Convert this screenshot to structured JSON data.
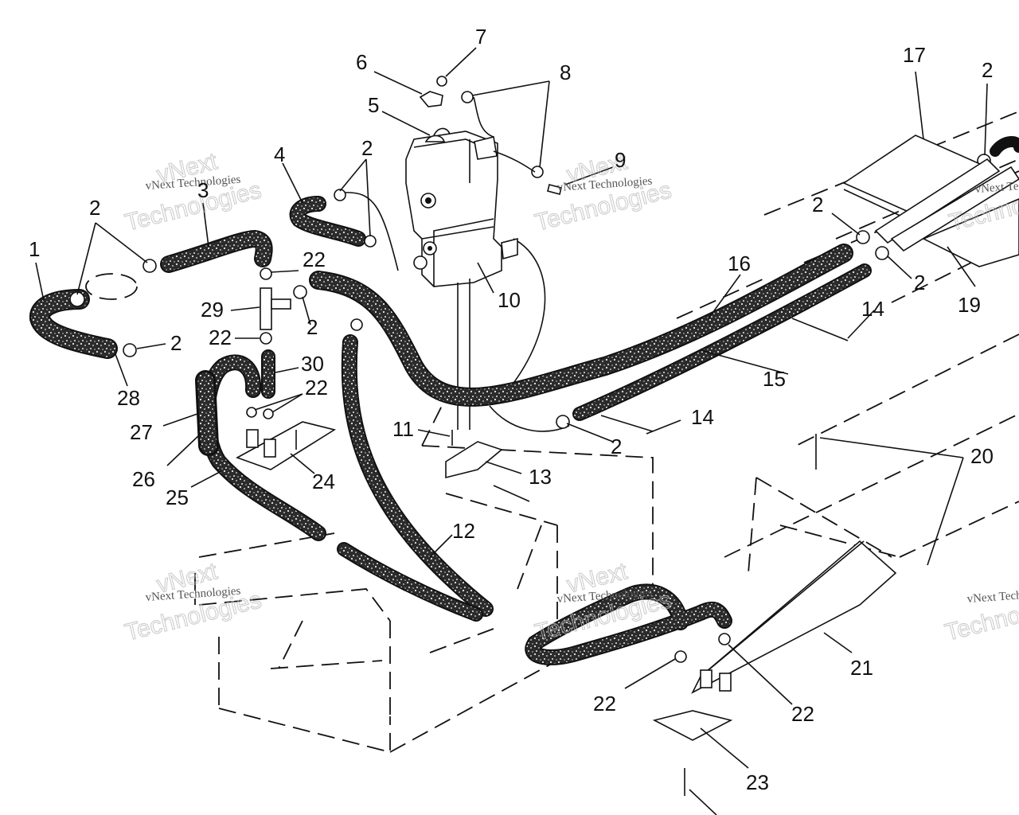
{
  "diagram": {
    "callouts": [
      {
        "id": "c1",
        "text": "1"
      },
      {
        "id": "c2a",
        "text": "2"
      },
      {
        "id": "c2b",
        "text": "2"
      },
      {
        "id": "c2c",
        "text": "2"
      },
      {
        "id": "c2d",
        "text": "2"
      },
      {
        "id": "c2e",
        "text": "2"
      },
      {
        "id": "c2f",
        "text": "2"
      },
      {
        "id": "c2g",
        "text": "2"
      },
      {
        "id": "c2h",
        "text": "2"
      },
      {
        "id": "c3",
        "text": "3"
      },
      {
        "id": "c4",
        "text": "4"
      },
      {
        "id": "c5",
        "text": "5"
      },
      {
        "id": "c6",
        "text": "6"
      },
      {
        "id": "c7",
        "text": "7"
      },
      {
        "id": "c8",
        "text": "8"
      },
      {
        "id": "c9",
        "text": "9"
      },
      {
        "id": "c10",
        "text": "10"
      },
      {
        "id": "c11",
        "text": "11"
      },
      {
        "id": "c12",
        "text": "12"
      },
      {
        "id": "c13",
        "text": "13"
      },
      {
        "id": "c14a",
        "text": "14"
      },
      {
        "id": "c14b",
        "text": "14"
      },
      {
        "id": "c15",
        "text": "15"
      },
      {
        "id": "c16",
        "text": "16"
      },
      {
        "id": "c17",
        "text": "17"
      },
      {
        "id": "c19",
        "text": "19"
      },
      {
        "id": "c20",
        "text": "20"
      },
      {
        "id": "c21",
        "text": "21"
      },
      {
        "id": "c22a",
        "text": "22"
      },
      {
        "id": "c22b",
        "text": "22"
      },
      {
        "id": "c22c",
        "text": "22"
      },
      {
        "id": "c22d",
        "text": "22"
      },
      {
        "id": "c22e",
        "text": "22"
      },
      {
        "id": "c23",
        "text": "23"
      },
      {
        "id": "c24",
        "text": "24"
      },
      {
        "id": "c25",
        "text": "25"
      },
      {
        "id": "c26",
        "text": "26"
      },
      {
        "id": "c27",
        "text": "27"
      },
      {
        "id": "c28",
        "text": "28"
      },
      {
        "id": "c29",
        "text": "29"
      },
      {
        "id": "c30",
        "text": "30"
      }
    ],
    "watermark": {
      "line1": "vNext Technologies",
      "line2": "Technologies",
      "line3": "vNext"
    },
    "colors": {
      "line": "#111111",
      "hose_fill": "#2b2b2b",
      "hose_speckle": "#e8e8e8",
      "watermark": "#bdbdbd",
      "background": "#ffffff"
    }
  }
}
